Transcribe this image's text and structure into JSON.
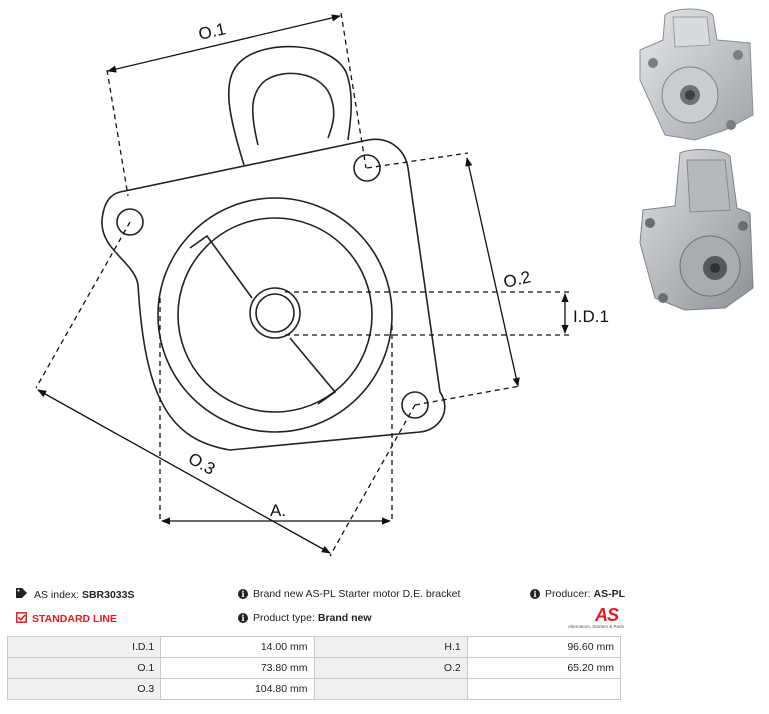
{
  "drawing": {
    "dim_o1": "O.1",
    "dim_o2": "O.2",
    "dim_o3": "O.3",
    "dim_a": "A.",
    "dim_id1": "I.D.1"
  },
  "info": {
    "as_index_label": "AS index:",
    "as_index_value": "SBR3033S",
    "description": "Brand new AS-PL Starter motor D.E. bracket",
    "producer_label": "Producer:",
    "producer_value": "AS-PL",
    "line": "STANDARD LINE",
    "product_type_label": "Product type:",
    "product_type_value": "Brand new"
  },
  "logo": {
    "text": "AS",
    "tagline": "Alternators, Starters & Parts"
  },
  "specs": [
    {
      "k1": "I.D.1",
      "v1": "14.00 mm",
      "k2": "H.1",
      "v2": "96.60 mm"
    },
    {
      "k1": "O.1",
      "v1": "73.80 mm",
      "k2": "O.2",
      "v2": "65.20 mm"
    },
    {
      "k1": "O.3",
      "v1": "104.80 mm",
      "k2": "",
      "v2": ""
    }
  ],
  "colors": {
    "accent": "#e31c23",
    "table_key_bg": "#f0f0f0",
    "table_border": "#c8c8c8"
  }
}
